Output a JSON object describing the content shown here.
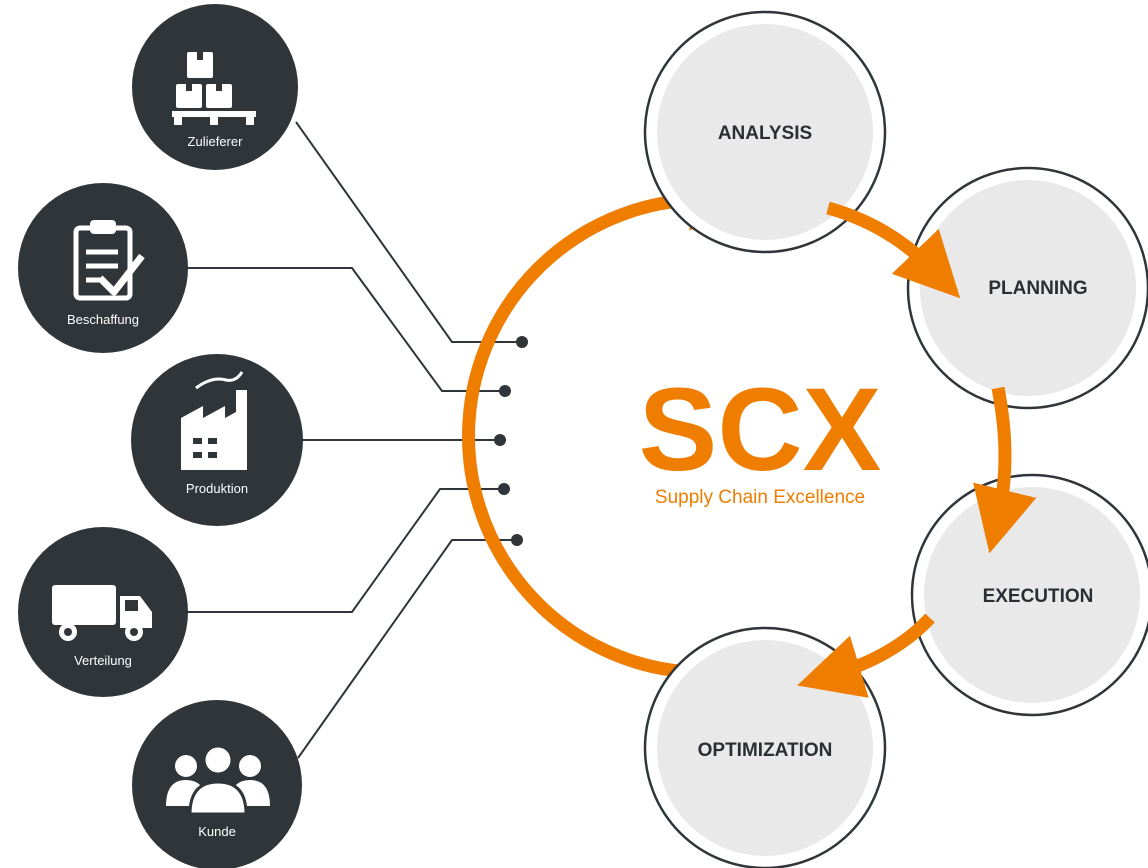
{
  "colors": {
    "node_fill": "#2f3539",
    "connector": "#2f3539",
    "accent": "#ee7d00",
    "stage_fill": "#e9e9e9",
    "stage_outline": "#2f3539",
    "text_dark": "#2b2f33"
  },
  "hub": {
    "title": "SCX",
    "subtitle": "Supply Chain Excellence"
  },
  "nodes": [
    {
      "id": "zulieferer",
      "label": "Zulieferer",
      "icon": "pallet-boxes-icon"
    },
    {
      "id": "beschaffung",
      "label": "Beschaffung",
      "icon": "clipboard-check-icon"
    },
    {
      "id": "produktion",
      "label": "Produktion",
      "icon": "factory-icon"
    },
    {
      "id": "verteilung",
      "label": "Verteilung",
      "icon": "delivery-truck-icon"
    },
    {
      "id": "kunde",
      "label": "Kunde",
      "icon": "customer-group-icon"
    }
  ],
  "stages": [
    {
      "id": "analysis",
      "label": "ANALYSIS"
    },
    {
      "id": "planning",
      "label": "PLANNING"
    },
    {
      "id": "execution",
      "label": "EXECUTION"
    },
    {
      "id": "optimization",
      "label": "OPTIMIZATION"
    }
  ]
}
